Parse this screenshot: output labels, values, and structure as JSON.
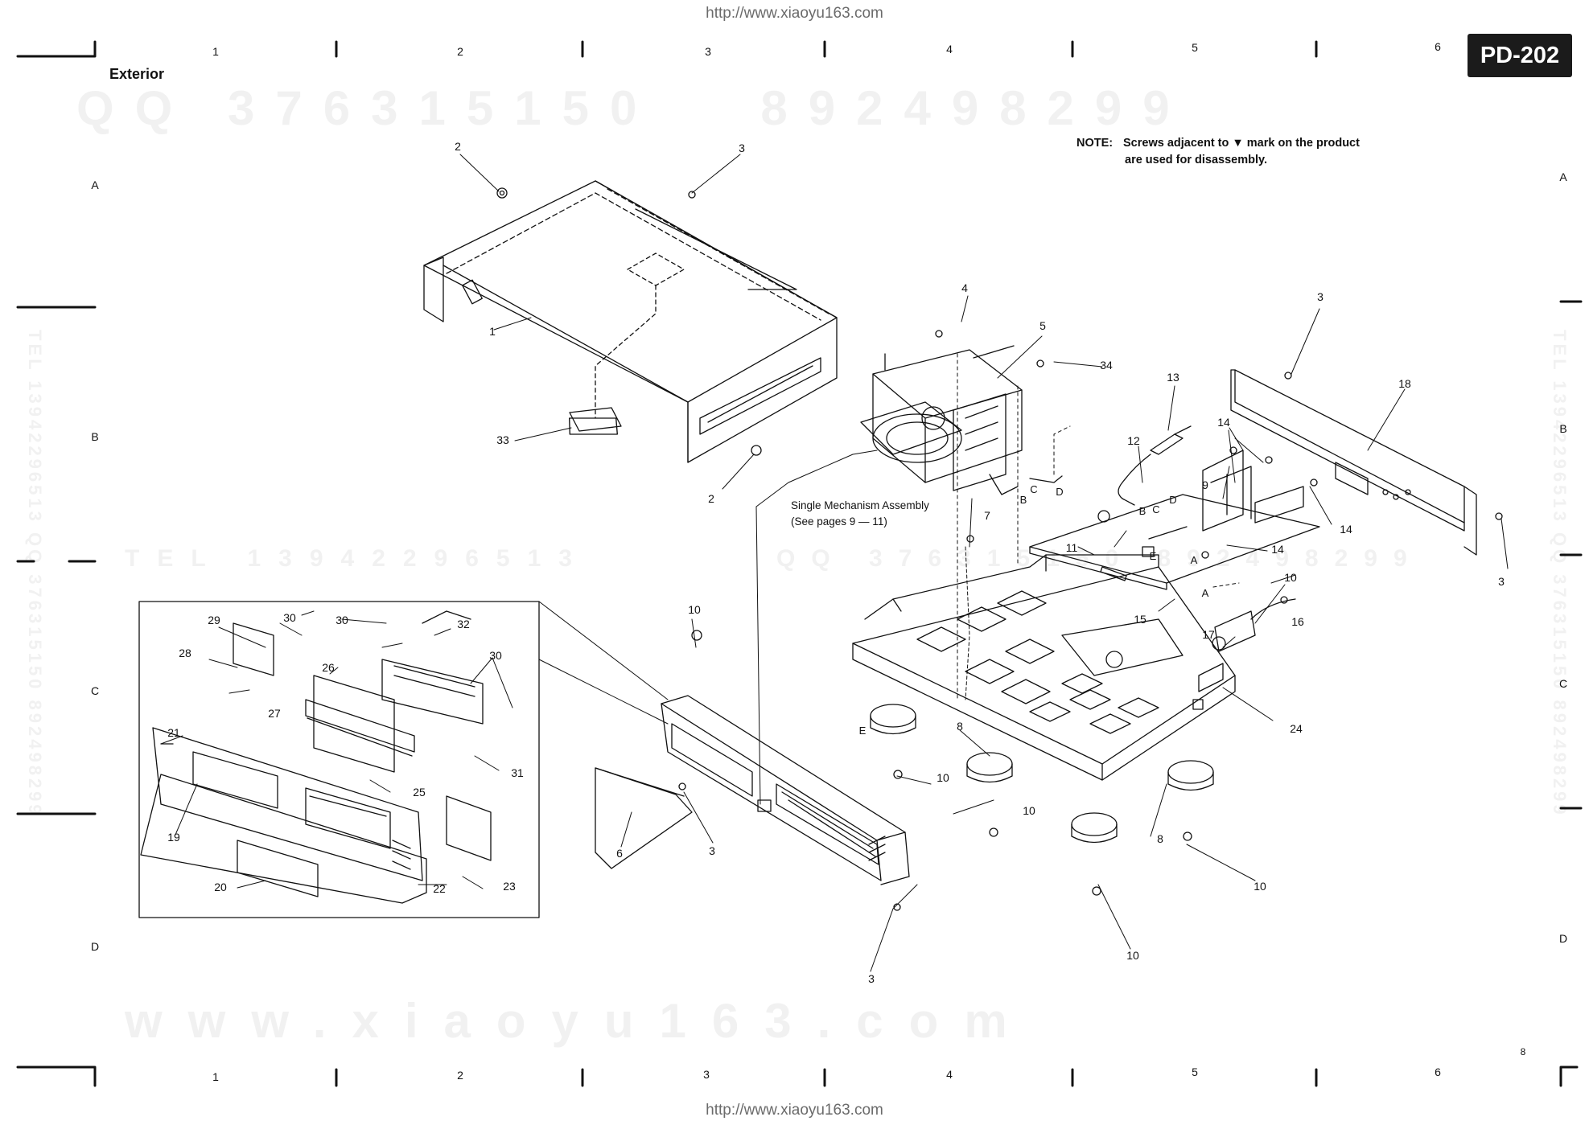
{
  "header": {
    "top_url": "http://www.xiaoyu163.com",
    "bottom_url": "http://www.xiaoyu163.com",
    "model": "PD-202",
    "section_title": "Exterior",
    "page_marker": "8"
  },
  "grid": {
    "columns": [
      "1",
      "2",
      "3",
      "4",
      "5",
      "6"
    ],
    "rows": [
      "A",
      "B",
      "C",
      "D"
    ]
  },
  "note": {
    "label": "NOTE:",
    "line1": "Screws adjacent to ▼ mark on the product",
    "line2": "are used for disassembly."
  },
  "mechanism": {
    "line1": "Single Mechanism Assembly",
    "line2": "(See pages 9 — 11)"
  },
  "watermarks": {
    "top": "QQ 376315150   892498299",
    "mid": "TEL 13942296513",
    "mid_right": "QQ 376315150 892498299",
    "bottom": "www.xiaoyu163.com",
    "side_right": "TEL 13942296513 QQ 376315150 892498299",
    "side_left": "TEL 13942296513 QQ 376315150 892498299"
  },
  "callouts": [
    "1",
    "2",
    "3",
    "4",
    "5",
    "6",
    "7",
    "8",
    "9",
    "10",
    "11",
    "12",
    "13",
    "14",
    "15",
    "16",
    "17",
    "18",
    "19",
    "20",
    "21",
    "22",
    "23",
    "24",
    "25",
    "26",
    "27",
    "28",
    "29",
    "30",
    "31",
    "32",
    "33",
    "34"
  ],
  "connector_letters": [
    "A",
    "B",
    "C",
    "D",
    "E"
  ],
  "labels": {
    "c1": "1",
    "c2a": "2",
    "c2b": "2",
    "c3a": "3",
    "c3b": "3",
    "c3c": "3",
    "c3d": "3",
    "c3e": "3",
    "c4": "4",
    "c5": "5",
    "c6": "6",
    "c7": "7",
    "c8a": "8",
    "c8b": "8",
    "c9": "9",
    "c10a": "10",
    "c10b": "10",
    "c10c": "10",
    "c10d": "10",
    "c10e": "10",
    "c10f": "10",
    "c11": "11",
    "c12": "12",
    "c13": "13",
    "c14a": "14",
    "c14b": "14",
    "c14c": "14",
    "c15": "15",
    "c16": "16",
    "c17": "17",
    "c18": "18",
    "c19": "19",
    "c20": "20",
    "c21": "21",
    "c22": "22",
    "c23": "23",
    "c24": "24",
    "c25": "25",
    "c26": "26",
    "c27": "27",
    "c28": "28",
    "c29": "29",
    "c30a": "30",
    "c30b": "30",
    "c30c": "30",
    "c31": "31",
    "c32": "32",
    "c33": "33",
    "c34": "34",
    "la": "A",
    "lb": "B",
    "lc": "C",
    "ld": "D",
    "le": "E",
    "la2": "A",
    "lb2": "B",
    "lc2": "C",
    "ld2": "D",
    "le2": "E"
  }
}
